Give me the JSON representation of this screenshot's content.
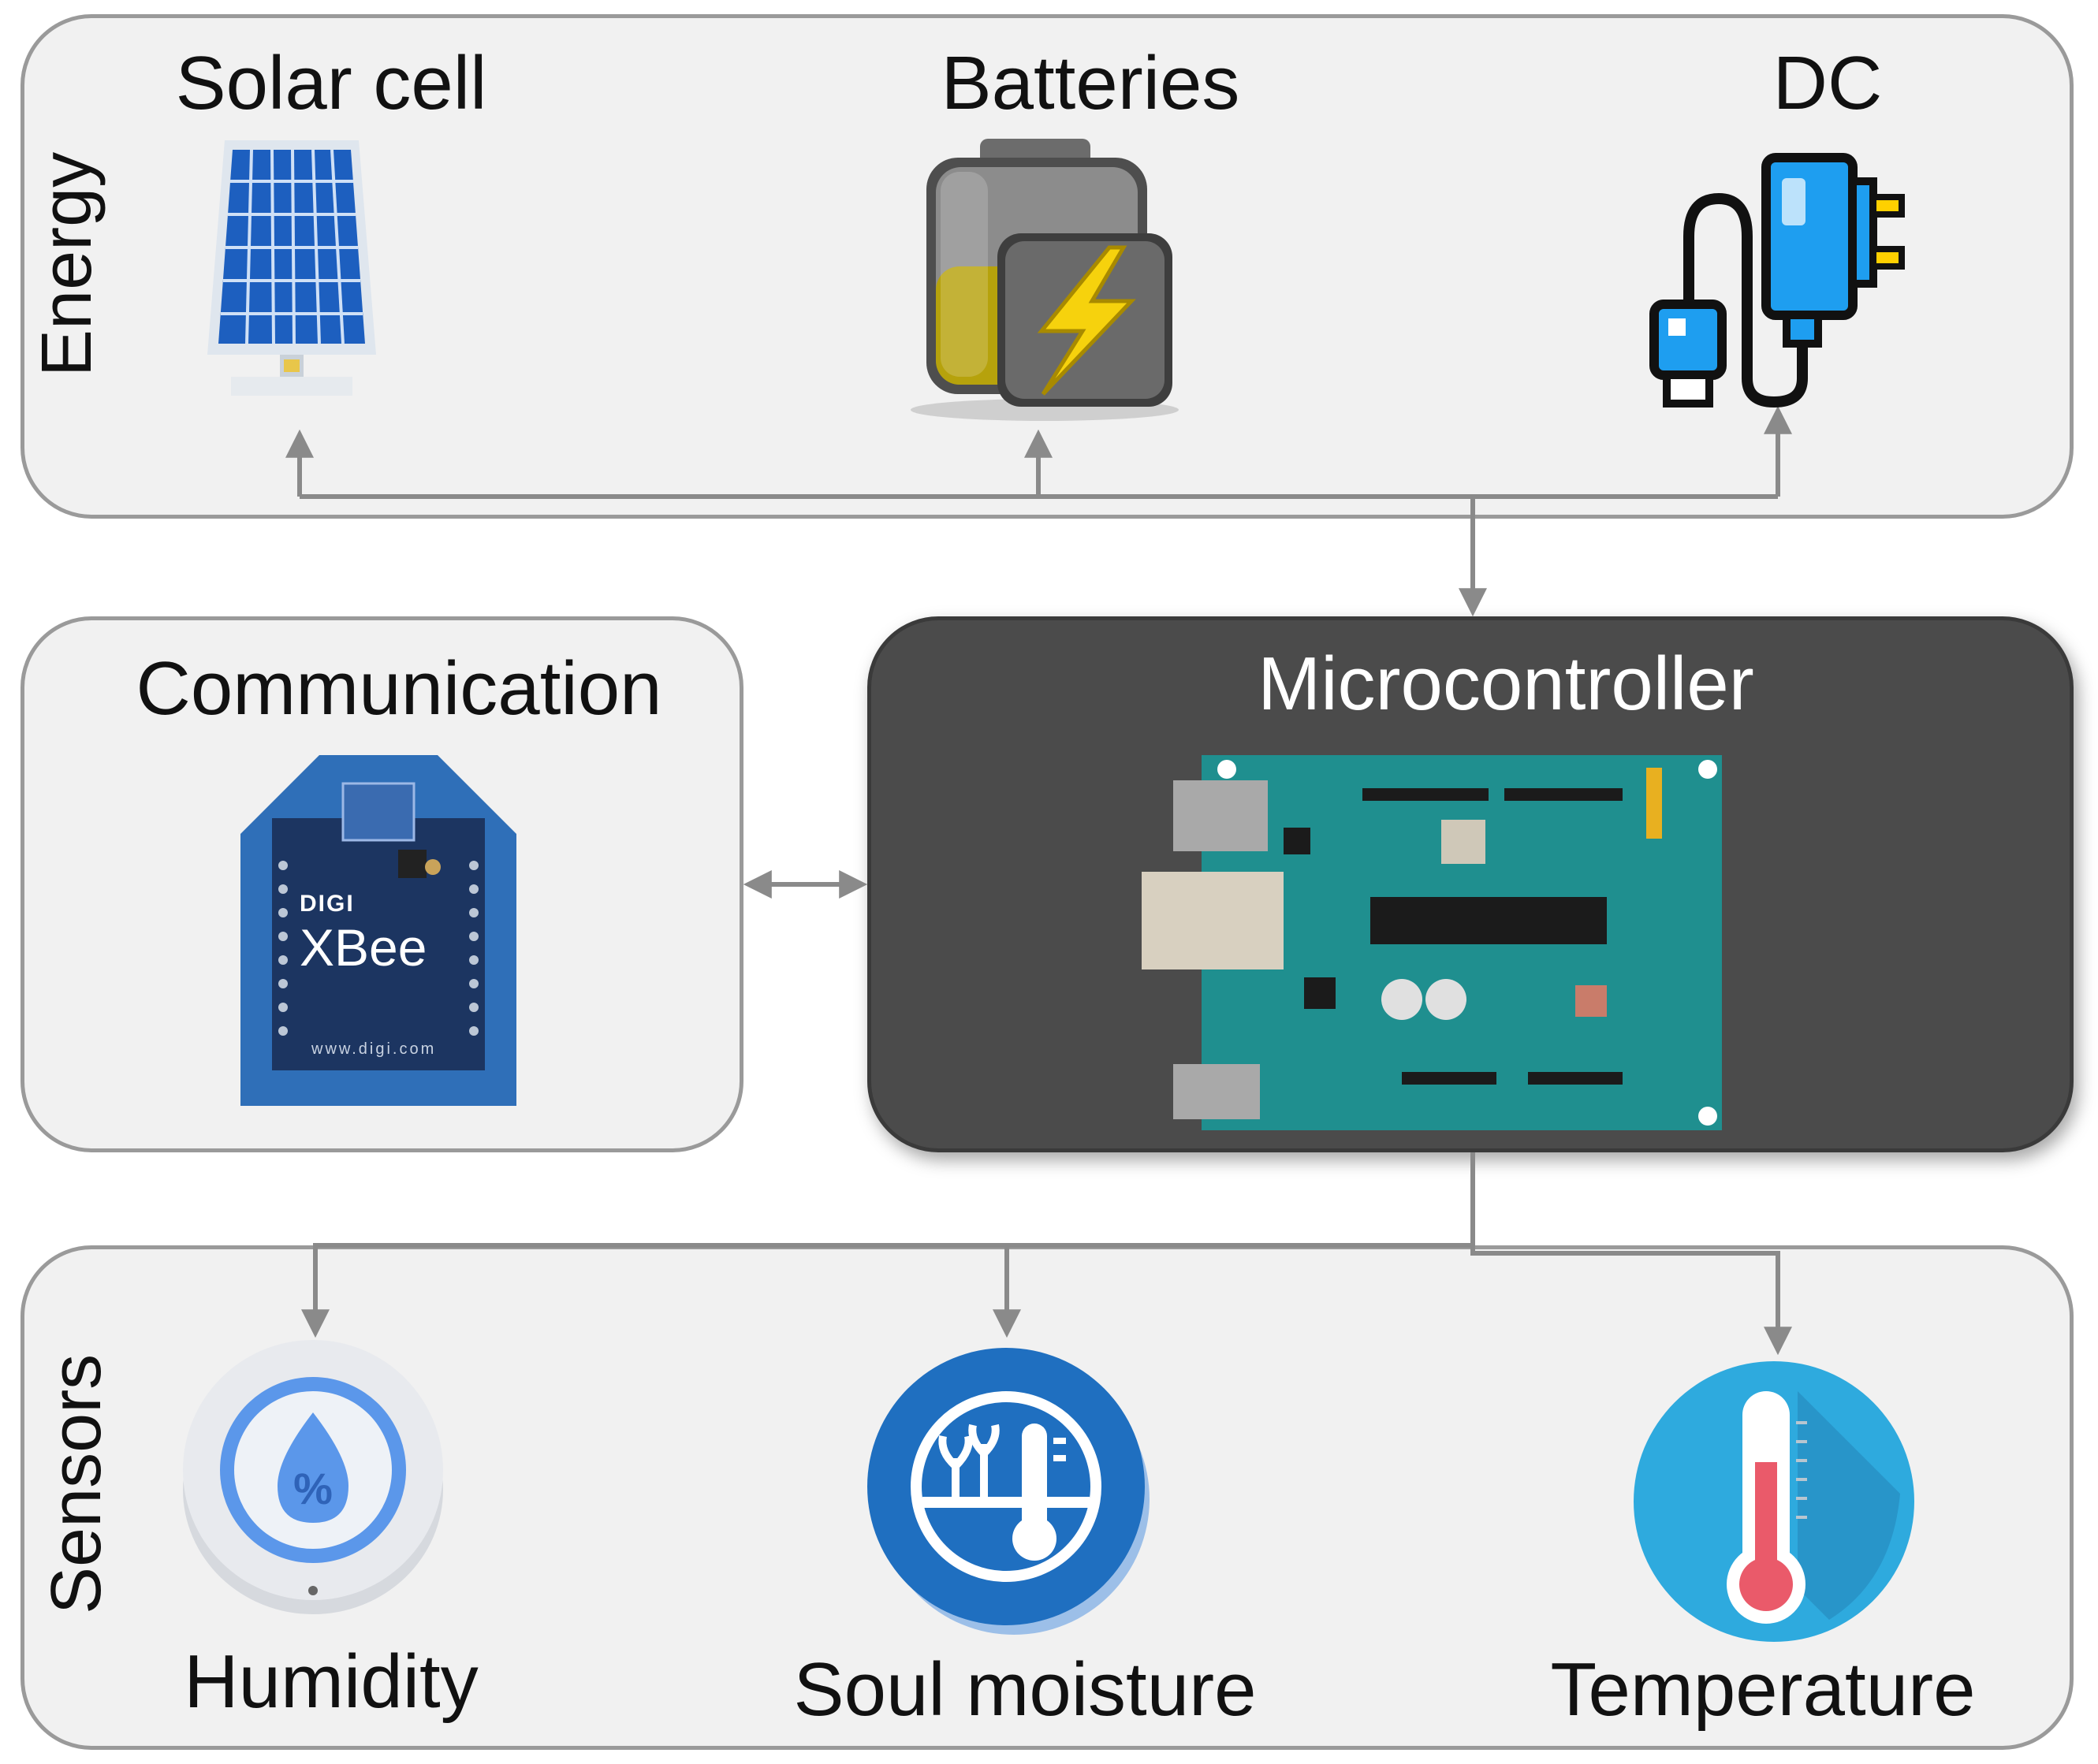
{
  "energy": {
    "section_label": "Energy",
    "items": [
      {
        "label": "Solar cell",
        "icon": "solar-panel-icon"
      },
      {
        "label": "Batteries",
        "icon": "battery-charging-icon"
      },
      {
        "label": "DC",
        "icon": "dc-power-adapter-icon"
      }
    ]
  },
  "communication": {
    "title": "Communication",
    "icon": "xbee-module-icon",
    "module_brand": "DIGI",
    "module_name": "XBee",
    "module_url": "www.digi.com"
  },
  "microcontroller": {
    "title": "Microcontroller",
    "icon": "arduino-board-icon"
  },
  "sensors": {
    "section_label": "Sensors",
    "items": [
      {
        "label": "Humidity",
        "icon": "humidity-sensor-icon"
      },
      {
        "label": "Soul moisture",
        "icon": "soil-moisture-sensor-icon"
      },
      {
        "label": "Temperature",
        "icon": "thermometer-icon"
      }
    ]
  },
  "colors": {
    "panel_fill": "#f1f1f1",
    "panel_border": "#9a9a9a",
    "mcu_fill": "#4b4b4b",
    "connector": "#8a8a8a",
    "board_teal": "#1f8f8f",
    "xbee_blue": "#2f6fb8",
    "sensor_blue": "#1f6fc0",
    "thermo_cyan": "#2eaade"
  }
}
